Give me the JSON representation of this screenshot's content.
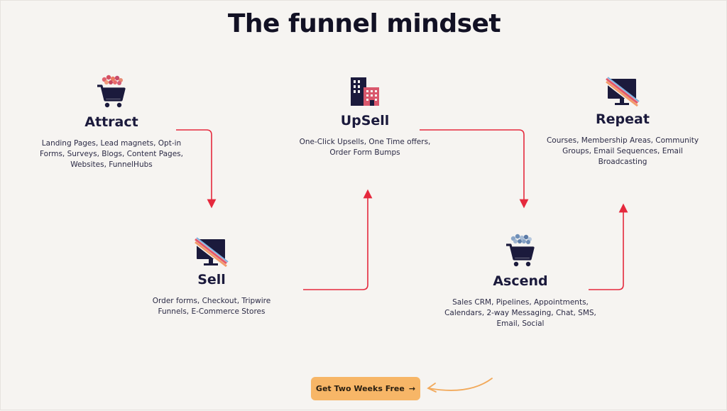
{
  "title": "The funnel mindset",
  "steps": {
    "attract": {
      "label": "Attract",
      "description": "Landing Pages, Lead magnets, Opt-in Forms, Surveys, Blogs, Content Pages, Websites, FunnelHubs",
      "icon": "shopping-cart-icon"
    },
    "sell": {
      "label": "Sell",
      "description": "Order forms, Checkout, Tripwire Funnels, E-Commerce Stores",
      "icon": "monitor-icon"
    },
    "upsell": {
      "label": "UpSell",
      "description": "One-Click Upsells, One Time offers, Order Form Bumps",
      "icon": "buildings-icon"
    },
    "ascend": {
      "label": "Ascend",
      "description": "Sales CRM, Pipelines, Appointments, Calendars, 2-way Messaging, Chat, SMS, Email, Social",
      "icon": "shopping-cart-icon"
    },
    "repeat": {
      "label": "Repeat",
      "description": "Courses, Membership Areas, Community Groups, Email Sequences, Email Broadcasting",
      "icon": "monitor-icon"
    }
  },
  "cta": {
    "label": "Get Two Weeks Free",
    "arrow": "→"
  },
  "colors": {
    "arrow": "#e5293d",
    "cta_bg": "#f7b667",
    "ink": "#1b1a3c",
    "pointer": "#f2a95a"
  }
}
